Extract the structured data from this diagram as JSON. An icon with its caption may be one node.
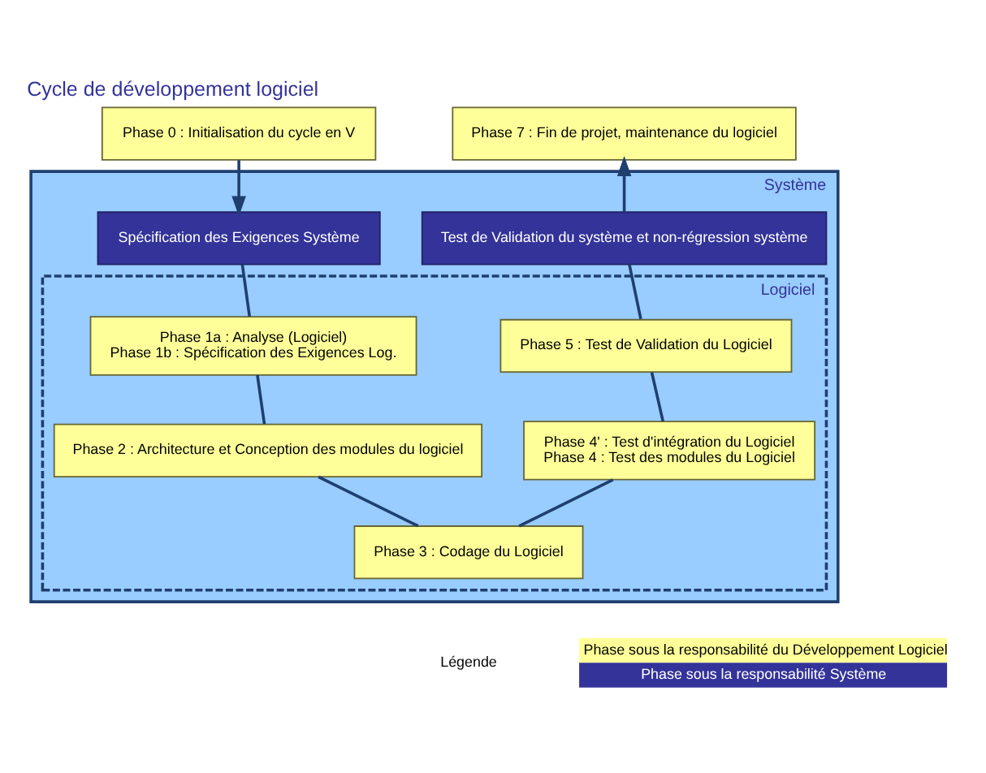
{
  "diagram": {
    "title": "Cycle de développement logiciel",
    "nodes": [
      {
        "text": [
          "Phase 0 : Initialisation du cycle en V"
        ]
      },
      {
        "text": [
          "Phase 7 : Fin de projet, maintenance du logiciel"
        ]
      },
      {
        "text": [
          "Système"
        ]
      },
      {
        "text": [
          "Spécification des Exigences Système"
        ],
        "in": 2
      },
      {
        "text": [
          "Test de Validation du système et non-régression système"
        ],
        "in": 2
      },
      {
        "text": [
          "Logiciel"
        ],
        "in": 2
      },
      {
        "text": [
          "Phase 1a : Analyse (Logiciel)",
          "Phase 1b : Spécification des Exigences Log."
        ],
        "in": 5
      },
      {
        "text": [
          "Phase 5 : Test de Validation du Logiciel"
        ],
        "in": 5
      },
      {
        "text": [
          "Phase 2 : Architecture et Conception des modules du logiciel"
        ],
        "in": 5
      },
      {
        "text": [
          "Phase 4' : Test d'intégration du Logiciel",
          "Phase 4 : Test des modules du Logiciel"
        ],
        "in": 5
      },
      {
        "text": [
          "Phase 3 : Codage du Logiciel"
        ],
        "in": 5
      }
    ],
    "edges": [
      {
        "from": 0,
        "to": 3,
        "arrow": "to"
      },
      {
        "from": 3,
        "to": 6,
        "arrow": "none"
      },
      {
        "from": 6,
        "to": 8,
        "arrow": "none"
      },
      {
        "from": 8,
        "to": 10,
        "arrow": "none"
      },
      {
        "from": 10,
        "to": 9,
        "arrow": "none"
      },
      {
        "from": 9,
        "to": 7,
        "arrow": "none"
      },
      {
        "from": 7,
        "to": 4,
        "arrow": "none"
      },
      {
        "from": 4,
        "to": 1,
        "arrow": "to"
      }
    ],
    "labels": [
      "Légende"
    ],
    "legend": [
      {
        "text": "Phase sous la responsabilité du Développement Logiciel",
        "color": "#ffff99"
      },
      {
        "text": "Phase sous la responsabilité Système",
        "color": "#333399"
      }
    ]
  }
}
